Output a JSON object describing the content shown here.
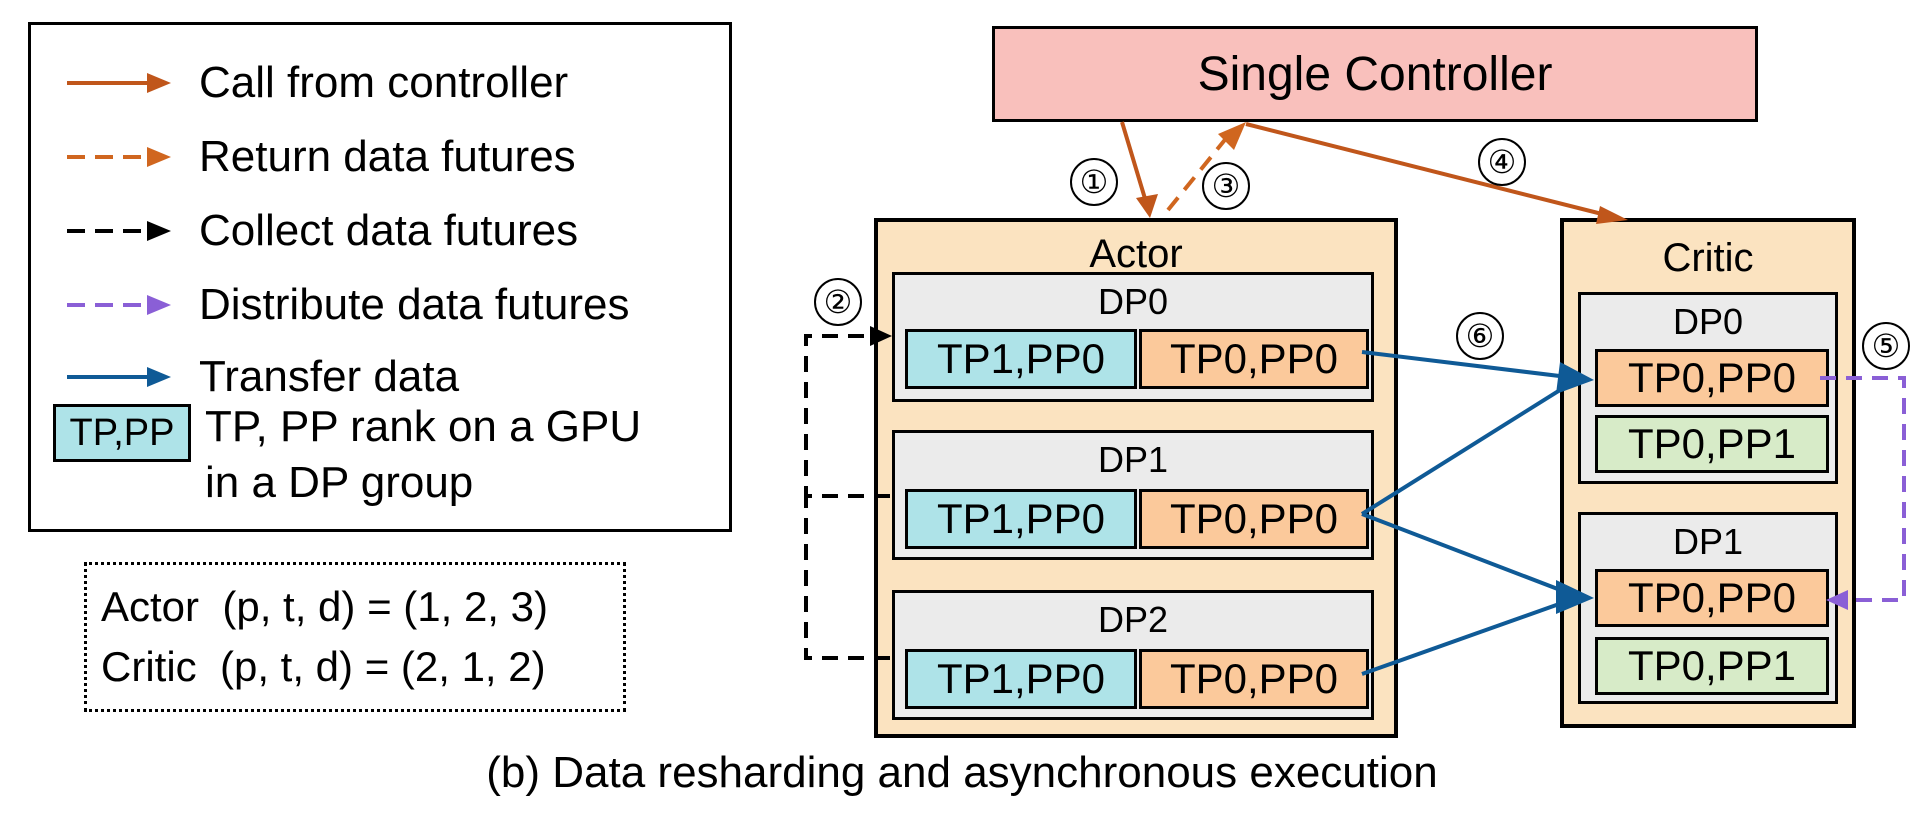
{
  "legend": {
    "items": [
      {
        "label": "Call from controller",
        "style": "solid",
        "color": "#c0561b",
        "icon": "solid-brown-arrow-icon"
      },
      {
        "label": "Return data futures",
        "style": "dashed",
        "color": "#d0661f",
        "icon": "dashed-orange-arrow-icon"
      },
      {
        "label": "Collect data futures",
        "style": "dashed",
        "color": "#000000",
        "icon": "dashed-black-arrow-icon"
      },
      {
        "label": "Distribute data futures",
        "style": "dashed",
        "color": "#8a5fd6",
        "icon": "dashed-purple-arrow-icon"
      },
      {
        "label": "Transfer data",
        "style": "solid",
        "color": "#0f5a96",
        "icon": "solid-blue-arrow-icon"
      }
    ],
    "swatch_label": "TP,PP",
    "swatch_desc_line1": "TP, PP rank on a GPU",
    "swatch_desc_line2": "in a DP group"
  },
  "config": {
    "actor": "Actor  (p, t, d) = (1, 2, 3)",
    "critic": "Critic  (p, t, d) = (2, 1, 2)"
  },
  "controller": {
    "label": "Single Controller"
  },
  "actor": {
    "title": "Actor",
    "groups": [
      {
        "title": "DP0",
        "gpus": [
          "TP1,PP0",
          "TP0,PP0"
        ]
      },
      {
        "title": "DP1",
        "gpus": [
          "TP1,PP0",
          "TP0,PP0"
        ]
      },
      {
        "title": "DP2",
        "gpus": [
          "TP1,PP0",
          "TP0,PP0"
        ]
      }
    ]
  },
  "critic": {
    "title": "Critic",
    "groups": [
      {
        "title": "DP0",
        "gpus": [
          "TP0,PP0",
          "TP0,PP1"
        ]
      },
      {
        "title": "DP1",
        "gpus": [
          "TP0,PP0",
          "TP0,PP1"
        ]
      }
    ]
  },
  "steps": [
    "①",
    "②",
    "③",
    "④",
    "⑤",
    "⑥"
  ],
  "colors": {
    "call": "#c0561b",
    "return": "#d0661f",
    "collect": "#000000",
    "distribute": "#8a5fd6",
    "transfer": "#0f5a96",
    "controller_fill": "#f9c0bc",
    "group_fill": "#fbe3c0",
    "dp_fill": "#ebebeb",
    "gpu_cyan": "#aee3e8",
    "gpu_orange": "#fbc99b",
    "gpu_green": "#d7ebc8"
  },
  "caption": "(b) Data resharding and  asynchronous execution"
}
